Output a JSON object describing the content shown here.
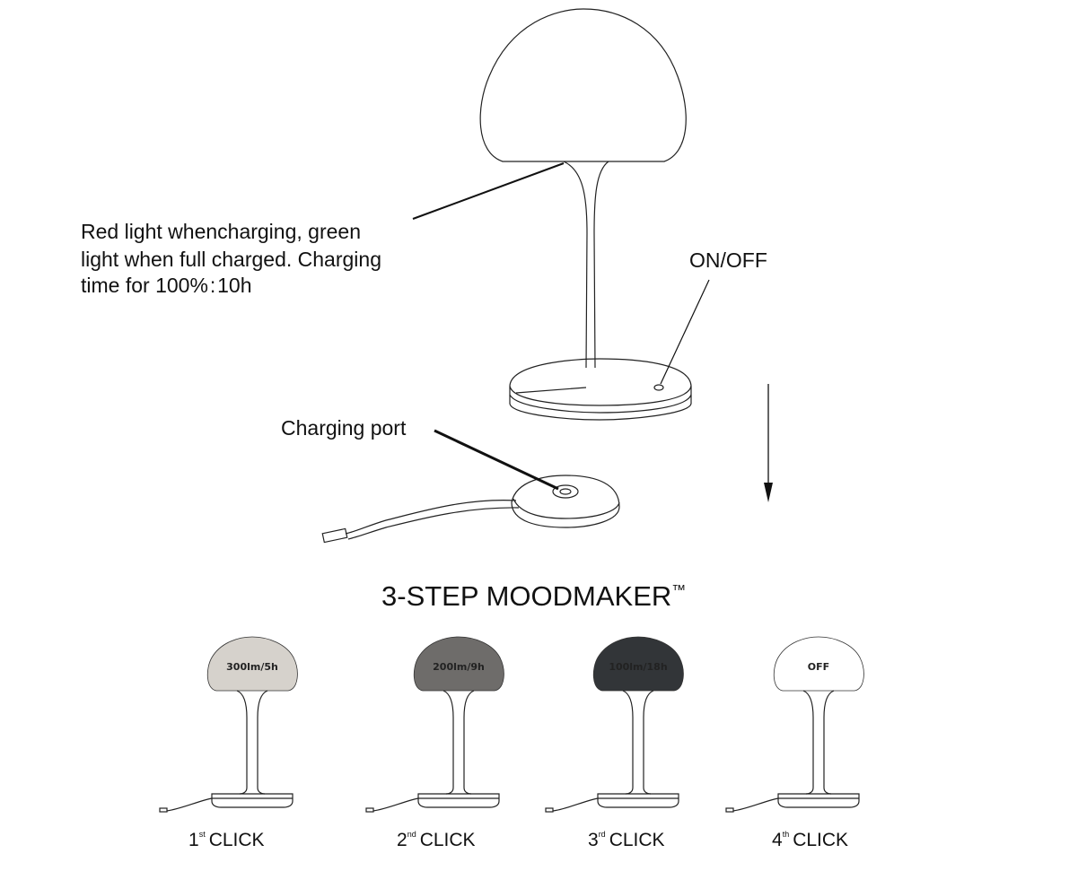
{
  "annotations": {
    "charging_light": [
      "Red light whencharging, green",
      "light when full charged. Charging",
      "time for 100% : 10h"
    ],
    "on_off": "ON/OFF",
    "charging_port": "Charging port"
  },
  "moodmaker": {
    "title": "3-STEP MOODMAKER",
    "trademark": "™",
    "steps": [
      {
        "num": "1",
        "suffix": "st",
        "label": "CLICK",
        "mode": "300lm/5h",
        "color": "#d6d2cc"
      },
      {
        "num": "2",
        "suffix": "nd",
        "label": "CLICK",
        "mode": "200lm/9h",
        "color": "#6e6c6a"
      },
      {
        "num": "3",
        "suffix": "rd",
        "label": "CLICK",
        "mode": "100lm/18h",
        "color": "#323538"
      },
      {
        "num": "4",
        "suffix": "th",
        "label": "CLICK",
        "mode": "OFF",
        "color": "#ffffff"
      }
    ]
  }
}
